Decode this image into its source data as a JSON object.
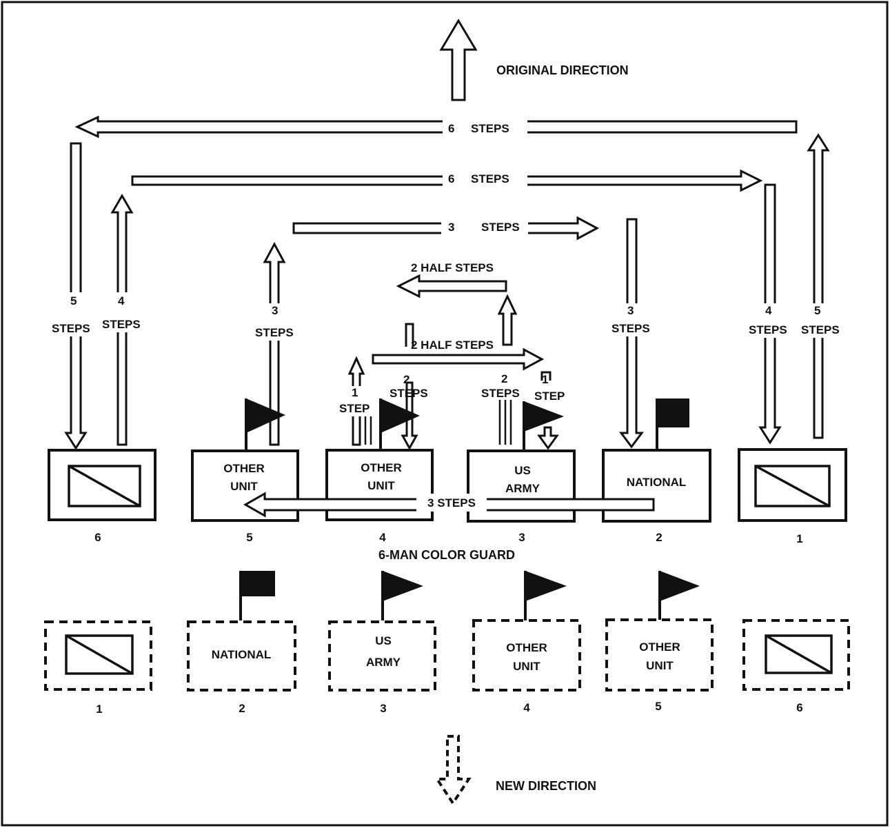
{
  "labels": {
    "original_direction": "ORIGINAL DIRECTION",
    "new_direction": "NEW DIRECTION",
    "caption": "6-MAN COLOR GUARD"
  },
  "horizontal_moves": {
    "top6_left": {
      "count": "6",
      "unit": "STEPS"
    },
    "top6_right": {
      "count": "6",
      "unit": "STEPS"
    },
    "top3": {
      "count": "3",
      "unit": "STEPS"
    },
    "half_upper": {
      "text": "2  HALF STEPS"
    },
    "half_lower": {
      "text": "2 HALF STEPS"
    },
    "bottom3": {
      "text": "3 STEPS"
    }
  },
  "vertical_moves": {
    "p6_down": {
      "count": "5",
      "unit": "STEPS"
    },
    "p6_up": {
      "count": "4",
      "unit": "STEPS"
    },
    "p5_up": {
      "count": "3",
      "unit": "STEPS"
    },
    "p4_up": {
      "count": "1",
      "unit": "STEP"
    },
    "p4_down": {
      "count": "2",
      "unit": "STEPS"
    },
    "p3_up": {
      "count": "2",
      "unit": "STEPS"
    },
    "p3_down": {
      "count": "1",
      "unit": "STEP"
    },
    "p2_down": {
      "count": "3",
      "unit": "STEPS"
    },
    "p1_down": {
      "count": "4",
      "unit": "STEPS"
    },
    "p1_up": {
      "count": "5",
      "unit": "STEPS"
    }
  },
  "top_row": [
    {
      "number": "6",
      "line1": "",
      "line2": "",
      "kind": "rifle"
    },
    {
      "number": "5",
      "line1": "OTHER",
      "line2": "UNIT",
      "kind": "pennant"
    },
    {
      "number": "4",
      "line1": "OTHER",
      "line2": "UNIT",
      "kind": "pennant"
    },
    {
      "number": "3",
      "line1": "US",
      "line2": "ARMY",
      "kind": "pennant"
    },
    {
      "number": "2",
      "line1": "NATIONAL",
      "line2": "",
      "kind": "square-flag"
    },
    {
      "number": "1",
      "line1": "",
      "line2": "",
      "kind": "rifle"
    }
  ],
  "bottom_row": [
    {
      "number": "1",
      "line1": "",
      "line2": "",
      "kind": "rifle"
    },
    {
      "number": "2",
      "line1": "NATIONAL",
      "line2": "",
      "kind": "square-flag"
    },
    {
      "number": "3",
      "line1": "US",
      "line2": "ARMY",
      "kind": "pennant"
    },
    {
      "number": "4",
      "line1": "OTHER",
      "line2": "UNIT",
      "kind": "pennant"
    },
    {
      "number": "5",
      "line1": "OTHER",
      "line2": "UNIT",
      "kind": "pennant"
    },
    {
      "number": "6",
      "line1": "",
      "line2": "",
      "kind": "rifle"
    }
  ]
}
